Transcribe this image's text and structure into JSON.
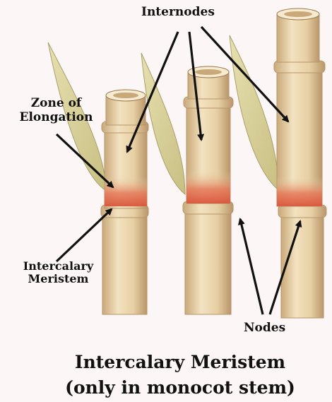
{
  "labels": {
    "internodes": "Internodes",
    "zone_of_elongation_line1": "Zone of",
    "zone_of_elongation_line2": "Elongation",
    "intercalary_meristem_line1": "Intercalary",
    "intercalary_meristem_line2": "Meristem",
    "nodes": "Nodes"
  },
  "caption": {
    "line1": "Intercalary Meristem",
    "line2": "(only in monocot stem)"
  },
  "colors": {
    "background": "#fdf6f6",
    "stem": "#e9d3aa",
    "stem_shadow": "#c9a97a",
    "leaf": "#d9d19a",
    "meristem": "#e36a4e",
    "arrow": "#111111"
  }
}
